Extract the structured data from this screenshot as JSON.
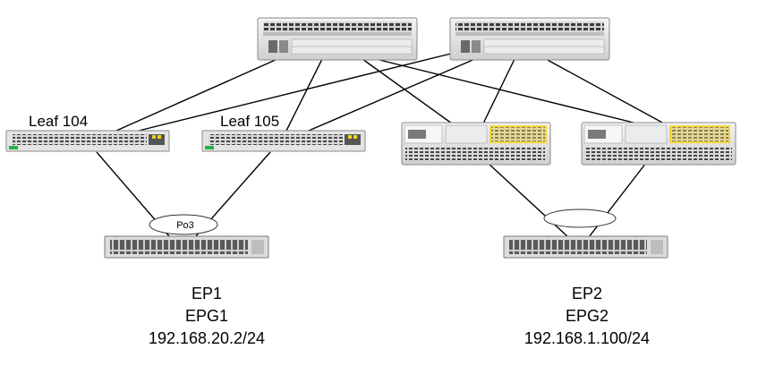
{
  "diagram": {
    "spines": [
      {
        "id": "spine-1"
      },
      {
        "id": "spine-2"
      }
    ],
    "leaves": [
      {
        "id": "leaf-104",
        "label": "Leaf 104"
      },
      {
        "id": "leaf-105",
        "label": "Leaf 105"
      },
      {
        "id": "leaf-3",
        "label": ""
      },
      {
        "id": "leaf-4",
        "label": ""
      }
    ],
    "port_channel": {
      "label": "Po3"
    },
    "endpoints": [
      {
        "id": "ep1",
        "name": "EP1",
        "epg": "EPG1",
        "ip": "192.168.20.2/24"
      },
      {
        "id": "ep2",
        "name": "EP2",
        "epg": "EPG2",
        "ip": "192.168.1.100/24"
      }
    ],
    "colors": {
      "line": "#000000",
      "device_body": "#e6e6e6",
      "port": "#4a4a4a",
      "accent_yellow": "#f2d21f",
      "accent_green": "#27b14a"
    }
  }
}
